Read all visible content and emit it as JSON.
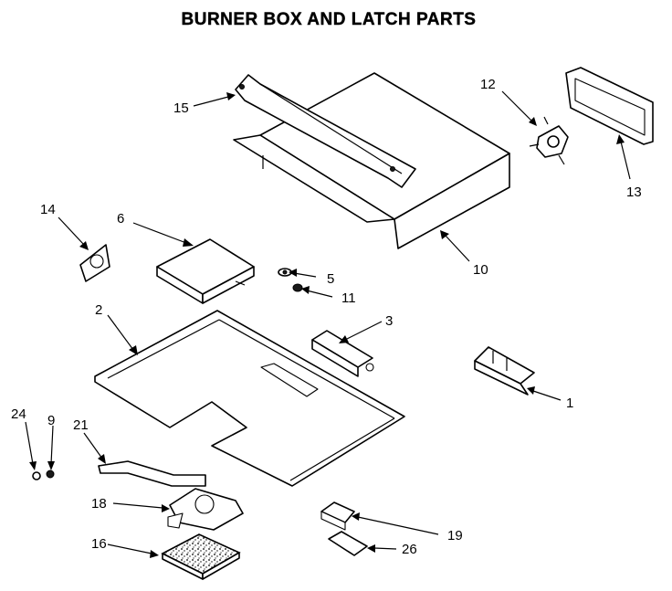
{
  "title": "BURNER BOX AND LATCH PARTS",
  "callouts": {
    "c1": "1",
    "c2": "2",
    "c3": "3",
    "c5": "5",
    "c6": "6",
    "c9": "9",
    "c10": "10",
    "c11": "11",
    "c12": "12",
    "c13": "13",
    "c14": "14",
    "c15": "15",
    "c16": "16",
    "c18": "18",
    "c19": "19",
    "c21": "21",
    "c24": "24",
    "c26": "26"
  }
}
